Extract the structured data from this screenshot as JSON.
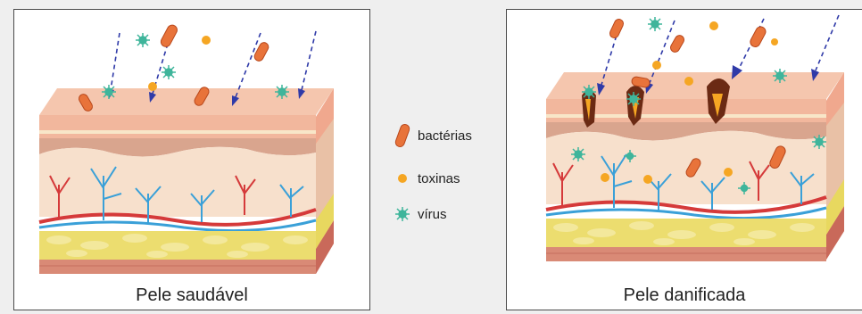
{
  "panels": {
    "left": {
      "caption": "Pele saudável"
    },
    "right": {
      "caption": "Pele danificada"
    }
  },
  "legend": {
    "bacteria": "bactérias",
    "toxins": "toxinas",
    "virus": "vírus"
  },
  "colors": {
    "bacteria": "#e8733a",
    "toxin": "#f5a623",
    "virus": "#3fb59b",
    "arrow": "#2f3aa8",
    "epidermis": "#f2b79d",
    "dermis": "#f7e0cc",
    "fat": "#ecdd6f",
    "muscle": "#d98a76",
    "artery": "#d53a3a",
    "vein": "#3aa0d8",
    "damage": "#6b2a14"
  },
  "icons": [
    "bacteria-icon",
    "toxin-icon",
    "virus-icon",
    "arrow-icon",
    "lesion-icon"
  ]
}
